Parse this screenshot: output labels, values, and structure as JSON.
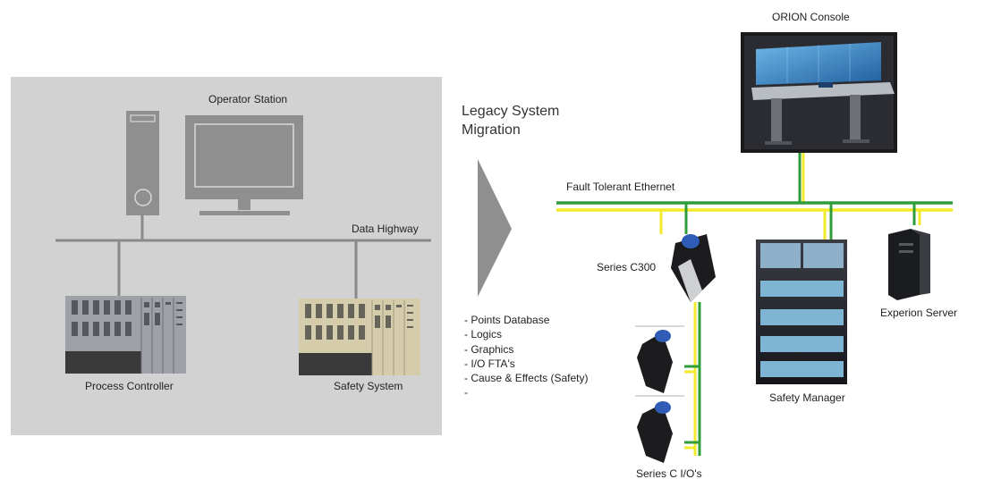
{
  "legacy": {
    "operator_station": "Operator Station",
    "data_highway": "Data Highway",
    "process_controller": "Process Controller",
    "safety_system": "Safety System"
  },
  "migration": {
    "title_line1": "Legacy System",
    "title_line2": "Migration",
    "items": [
      "- Points Database",
      "- Logics",
      "- Graphics",
      "- I/O FTA's",
      "- Cause & Effects (Safety)",
      "-"
    ]
  },
  "modern": {
    "orion_console": "ORION Console",
    "fault_tolerant_ethernet": "Fault Tolerant Ethernet",
    "series_c300": "Series C300",
    "experion_server": "Experion Server",
    "safety_manager": "Safety Manager",
    "series_c_ios": "Series C I/O's"
  },
  "colors": {
    "legacy_panel": "#d2d2d2",
    "legacy_lines": "#8a8a8a",
    "arrow": "#8f8f8f",
    "fte_green": "#2f9e3a",
    "fte_yellow": "#f2ea2a"
  }
}
